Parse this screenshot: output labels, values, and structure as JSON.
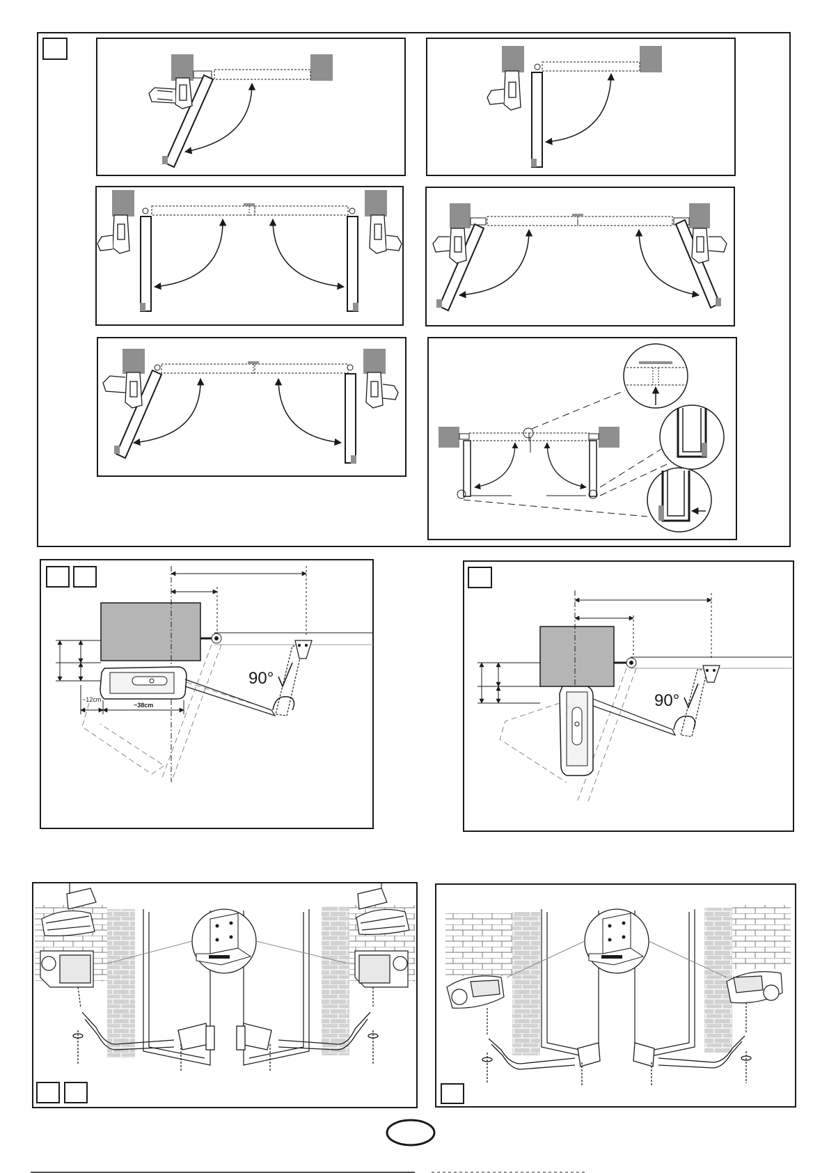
{
  "labels": {
    "angle_left": "90°",
    "angle_right": "90°",
    "dim_12cm": "~12cm",
    "dim_38cm": "~38cm"
  },
  "colors": {
    "pillar_fill": "#8f8f8f",
    "pillar_light": "#b5b5b5",
    "brick_wall": "#d2d2d2",
    "line": "#1a1a1a",
    "background": "#ffffff"
  },
  "icons": {
    "check": "check-mark-icon",
    "arrow": "arc-arrow-icon",
    "pillar": "pillar-icon",
    "operator": "gate-operator-icon",
    "bracket": "mounting-bracket-icon"
  }
}
